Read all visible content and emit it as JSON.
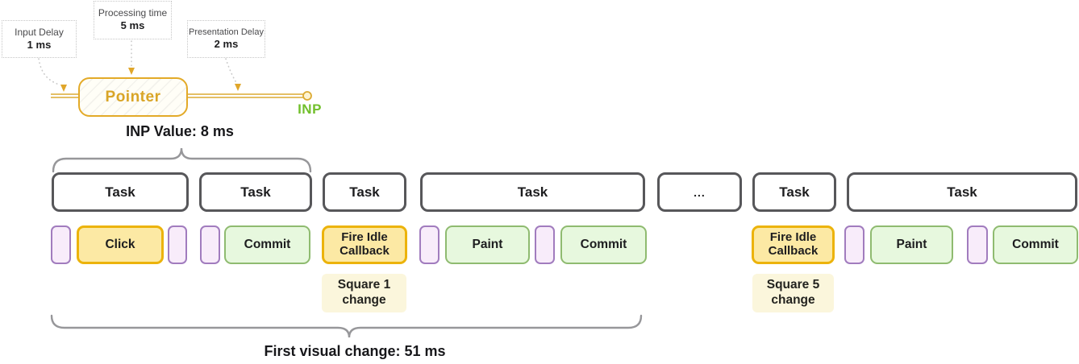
{
  "callouts": {
    "input_delay": {
      "label": "Input Delay",
      "value": "1 ms"
    },
    "processing_time": {
      "label": "Processing time",
      "value": "5 ms"
    },
    "presentation_delay": {
      "label": "Presentation Delay",
      "value": "2 ms"
    }
  },
  "interaction": {
    "event_name": "Pointer",
    "metric_label": "INP",
    "inp_value": "INP Value: 8 ms"
  },
  "tasks": [
    {
      "label": "Task"
    },
    {
      "label": "Task"
    },
    {
      "label": "Task"
    },
    {
      "label": "Task"
    },
    {
      "label": "..."
    },
    {
      "label": "Task"
    },
    {
      "label": "Task"
    }
  ],
  "events": [
    {
      "label": "Click"
    },
    {
      "label": "Commit"
    },
    {
      "label": "Fire Idle Callback"
    },
    {
      "label": "Paint"
    },
    {
      "label": "Commit"
    },
    {
      "label": "Fire Idle Callback"
    },
    {
      "label": "Paint"
    },
    {
      "label": "Commit"
    }
  ],
  "captions": [
    {
      "label": "Square 1 change"
    },
    {
      "label": "Square 5 change"
    }
  ],
  "summary": {
    "first_visual_change": "First visual change: 51 ms"
  },
  "colors": {
    "accent_gold": "#ecb30b",
    "gold_line": "#dcaa33",
    "yellow_fill": "#fce9a4",
    "green_border": "#8fbb70",
    "green_fill": "#e7f8de",
    "purple_border": "#a17cbe",
    "purple_fill": "#f8ecfa",
    "task_border": "#57575a",
    "inp_green": "#71bf2b",
    "caption_bg": "#fbf6dc",
    "brace_gray": "#97979a"
  }
}
